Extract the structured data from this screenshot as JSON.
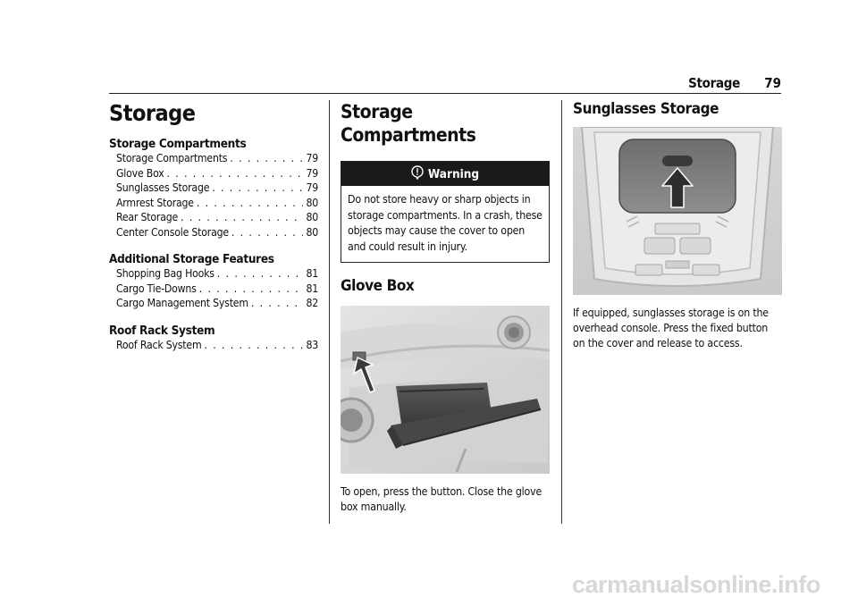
{
  "header": {
    "section": "Storage",
    "page_number": "79"
  },
  "toc": {
    "title": "Storage",
    "groups": [
      {
        "heading": "Storage Compartments",
        "entries": [
          {
            "label": "Storage Compartments",
            "page": "79"
          },
          {
            "label": "Glove Box",
            "page": "79"
          },
          {
            "label": "Sunglasses Storage",
            "page": "79"
          },
          {
            "label": "Armrest Storage",
            "page": "80"
          },
          {
            "label": "Rear Storage",
            "page": "80"
          },
          {
            "label": "Center Console Storage",
            "page": "80"
          }
        ]
      },
      {
        "heading": "Additional Storage Features",
        "entries": [
          {
            "label": "Shopping Bag Hooks",
            "page": "81"
          },
          {
            "label": "Cargo Tie-Downs",
            "page": "81"
          },
          {
            "label": "Cargo Management System",
            "page": "82"
          }
        ]
      },
      {
        "heading": "Roof Rack System",
        "entries": [
          {
            "label": "Roof Rack System",
            "page": "83"
          }
        ]
      }
    ]
  },
  "storage_compartments": {
    "heading": "Storage Compartments",
    "warning_title": "Warning",
    "warning_text": "Do not store heavy or sharp objects in storage compartments. In a crash, these objects may cause the cover to open and could result in injury."
  },
  "glove_box": {
    "heading": "Glove Box",
    "text": "To open, press the button. Close the glove box manually."
  },
  "sunglasses": {
    "heading": "Sunglasses Storage",
    "text": "If equipped, sunglasses storage is on the overhead console. Press the fixed button on the cover and release to access."
  },
  "watermark": "carmanualsonline.info"
}
